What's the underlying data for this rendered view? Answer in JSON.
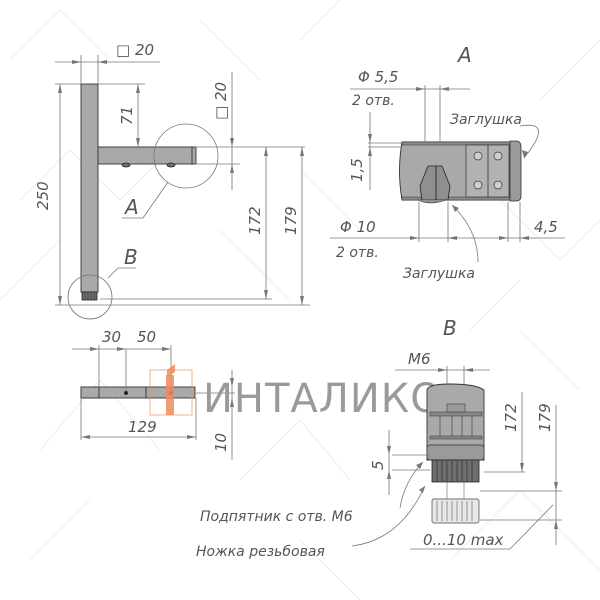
{
  "drawing": {
    "type": "technical-drawing",
    "subject": "T-shaped furniture leg bracket with adjustable foot",
    "colors": {
      "line": "#777777",
      "metal": "#a9a9a9",
      "text": "#555555",
      "logo_accent": "#f08a5d",
      "logo_text": "#9a9a9a"
    }
  },
  "main_view": {
    "dims": {
      "top_width": "□ 20",
      "arm_profile": "□ 20",
      "height_total": "250",
      "arm_offset": "71",
      "height_172": "172",
      "height_179": "179"
    },
    "callouts": {
      "a": "A",
      "b": "B"
    }
  },
  "top_view": {
    "dims": {
      "d30": "30",
      "d50": "50",
      "length": "129",
      "thickness": "10"
    }
  },
  "detail_a": {
    "title": "A",
    "dims": {
      "hole_small": "Φ 5,5",
      "hole_small_qty": "2 отв.",
      "wall": "1,5",
      "hole_large": "Φ 10",
      "hole_large_qty": "2 отв.",
      "cap": "4,5"
    },
    "labels": {
      "plug_top": "Заглушка",
      "plug_bottom": "Заглушка"
    }
  },
  "detail_b": {
    "title": "B",
    "dims": {
      "thread": "M6",
      "h172": "172",
      "h179": "179",
      "five": "5",
      "adjust": "0...10 max"
    },
    "labels": {
      "insert": "Подпятник с отв. М6",
      "foot": "Ножка резьбовая"
    }
  },
  "watermark": {
    "logo": "ИНТАЛИКО"
  }
}
